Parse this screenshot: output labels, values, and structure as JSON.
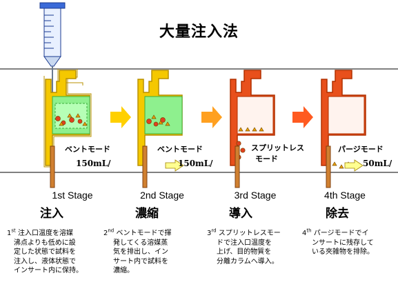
{
  "title": "大量注入法",
  "stages": [
    {
      "label": "1st Stage",
      "name": "注入",
      "mode": "ベントモード",
      "flow": "150mL/",
      "desc_num": "1",
      "desc_sup": "st",
      "desc_lines": [
        "注入口温度を溶媒",
        "沸点よりも低めに設",
        "定した状態で試料を",
        "注入し、液体状態で",
        "インサート内に保持。"
      ]
    },
    {
      "label": "2nd Stage",
      "name": "濃縮",
      "mode": "ベントモード",
      "flow": "150mL/",
      "desc_num": "2",
      "desc_sup": "nd",
      "desc_lines": [
        "ベントモードで揮",
        "発してくる溶媒蒸",
        "気を排出し、イン",
        "サート内で試料を",
        "濃縮。"
      ]
    },
    {
      "label": "3rd Stage",
      "name": "導入",
      "mode_lines": [
        "スプリットレス",
        "モード"
      ],
      "desc_num": "3",
      "desc_sup": "rd",
      "desc_lines": [
        "スプリットレスモー",
        "ドで注入口温度を",
        "上げ、目的物質を",
        "分離カラムへ導入。"
      ]
    },
    {
      "label": "4th Stage",
      "name": "除去",
      "mode": "パージモード",
      "flow": "50mL/",
      "desc_num": "4",
      "desc_sup": "th",
      "desc_lines": [
        "パージモードでイ",
        "ンサートに残存して",
        "いる夾雑物を排除。"
      ]
    }
  ],
  "colors": {
    "yellow": "#f5c800",
    "yellow_edge": "#b89000",
    "green": "#8ef08e",
    "orange": "#e8501c",
    "orange_edge": "#b03000",
    "column": "#d08030",
    "arrow_yellow": "#ffd000",
    "arrow_orange": "#ff5a20",
    "syringe": "#2e5fd0"
  }
}
